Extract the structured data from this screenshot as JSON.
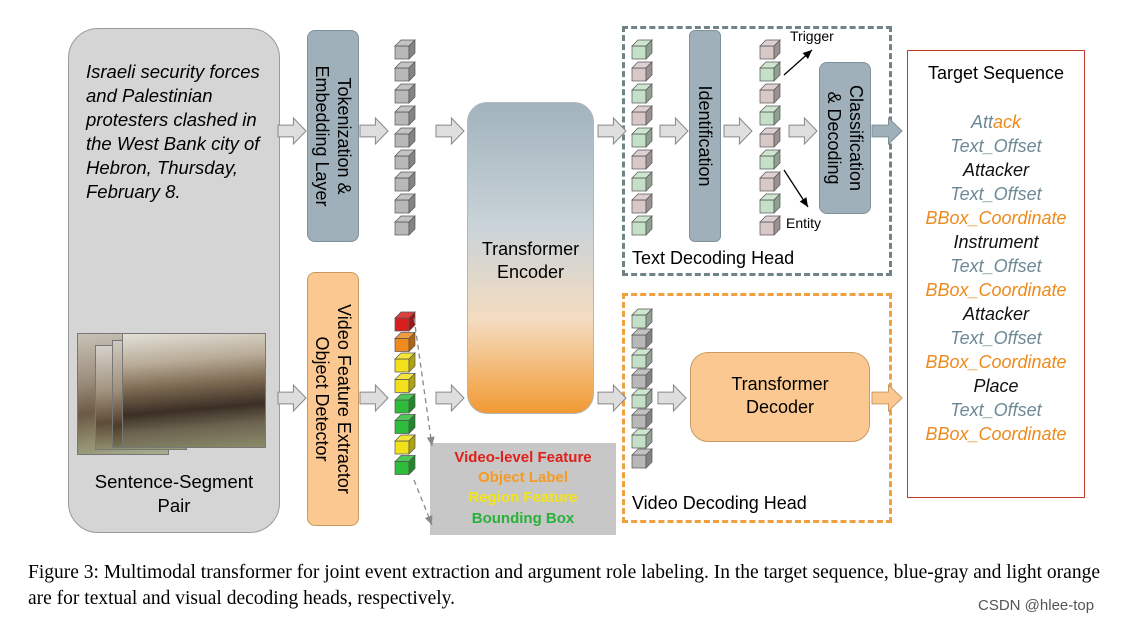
{
  "input": {
    "sentence": "Israeli security forces\nand Palestinian\nprotesters clashed in\nthe West Bank city of\nHebron, Thursday,\nFebruary 8.",
    "pair_label": "Sentence-Segment\nPair"
  },
  "modules": {
    "tokenization": "Tokenization &\nEmbedding Layer",
    "video_extractor": "Video Feature Extractor\nObject Detector",
    "encoder": "Transformer\nEncoder",
    "identification": "Identification",
    "classification": "Classification\n& Decoding",
    "decoder": "Transformer\nDecoder"
  },
  "heads": {
    "text_head": "Text Decoding Head",
    "video_head": "Video Decoding Head",
    "trigger": "Trigger",
    "entity": "Entity"
  },
  "legend": [
    {
      "label": "Video-level Feature",
      "color": "#e0201a"
    },
    {
      "label": "Object Label",
      "color": "#f59a23"
    },
    {
      "label": "Region Feature",
      "color": "#f5e414"
    },
    {
      "label": "Bounding Box",
      "color": "#28b23a"
    }
  ],
  "target": {
    "title": "Target Sequence",
    "items": [
      {
        "text": "Attack",
        "color": "#6d8996"
      },
      {
        "text": "Text_Offset",
        "color": "#6d8996"
      },
      {
        "text": "Attacker",
        "color": "#111111"
      },
      {
        "text": "Text_Offset",
        "color": "#6d8996"
      },
      {
        "text": "BBox_Coordinate",
        "color": "#ee8a1c"
      },
      {
        "text": "Instrument",
        "color": "#111111"
      },
      {
        "text": "Text_Offset",
        "color": "#6d8996"
      },
      {
        "text": "BBox_Coordinate",
        "color": "#ee8a1c"
      },
      {
        "text": "Attacker",
        "color": "#111111"
      },
      {
        "text": "Text_Offset",
        "color": "#6d8996"
      },
      {
        "text": "BBox_Coordinate",
        "color": "#ee8a1c"
      },
      {
        "text": "Place",
        "color": "#111111"
      },
      {
        "text": "Text_Offset",
        "color": "#6d8996"
      },
      {
        "text": "BBox_Coordinate",
        "color": "#ee8a1c"
      }
    ]
  },
  "caption": "Figure 3:  Multimodal transformer for joint event extraction and argument role labeling.  In the target sequence, blue-gray and light orange are for textual and visual decoding heads, respectively.",
  "watermark": "CSDN @hlee-top",
  "colors": {
    "blue_gray": "#9fb0ba",
    "light_orange": "#fcc891",
    "token_green": "#c5e0c8",
    "token_pink": "#d8c8c8",
    "arrow_fill": "#dedede"
  }
}
